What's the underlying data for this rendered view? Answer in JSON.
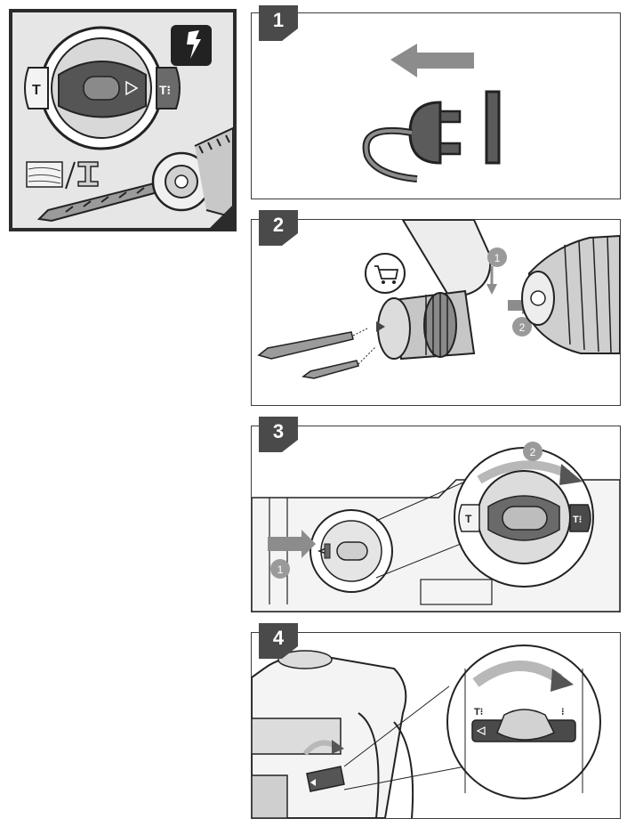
{
  "steps": [
    {
      "number": "1"
    },
    {
      "number": "2",
      "callouts": [
        "1",
        "2"
      ]
    },
    {
      "number": "3",
      "callouts": [
        "1",
        "2"
      ]
    },
    {
      "number": "4"
    }
  ],
  "colors": {
    "frame": "#2b2b2b",
    "badge": "#4a4a4a",
    "arrow_gray": "#8c8c8c",
    "callout_gray": "#9a9a9a",
    "hero_bg": "#e6e6e6"
  },
  "icons": {
    "hero": [
      "mode-selector-knob-icon",
      "hammer-drill-mode-icon",
      "wood-metal-material-icon",
      "drill-bit-icon",
      "drill-chuck-icon"
    ],
    "step1": [
      "direction-arrow-icon",
      "power-plug-icon",
      "wall-socket-icon"
    ],
    "step2": [
      "shopping-cart-icon",
      "chuck-adapter-icon",
      "drill-bit-icon"
    ],
    "step3": [
      "mode-selector-knob-icon",
      "rotate-arrow-icon"
    ],
    "step4": [
      "drill-body-icon",
      "direction-switch-icon",
      "rotate-arrow-icon"
    ]
  }
}
